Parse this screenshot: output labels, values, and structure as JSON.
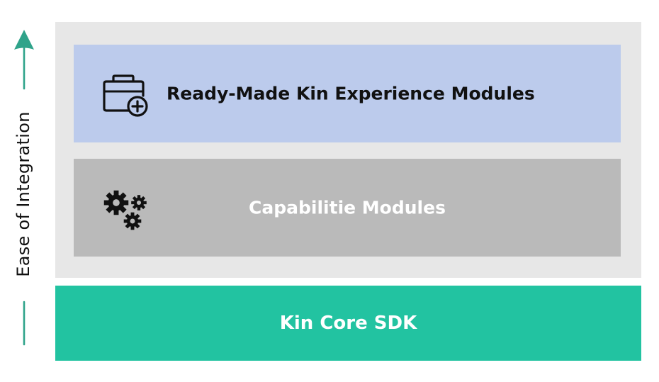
{
  "axis": {
    "label": "Ease of Integration",
    "arrow_color": "#2fa38a",
    "arrow_icon": "up-arrow-icon"
  },
  "layers": {
    "experience": {
      "label": "Ready-Made Kin Experience Modules",
      "icon": "folder-add-icon",
      "color": "#bccbec"
    },
    "capabilities": {
      "label": "Capabilitie Modules",
      "icon": "gears-icon",
      "color": "#bababa"
    },
    "core": {
      "label": "Kin Core SDK",
      "color": "#22c3a1"
    }
  },
  "panel": {
    "color": "#e7e7e7"
  }
}
